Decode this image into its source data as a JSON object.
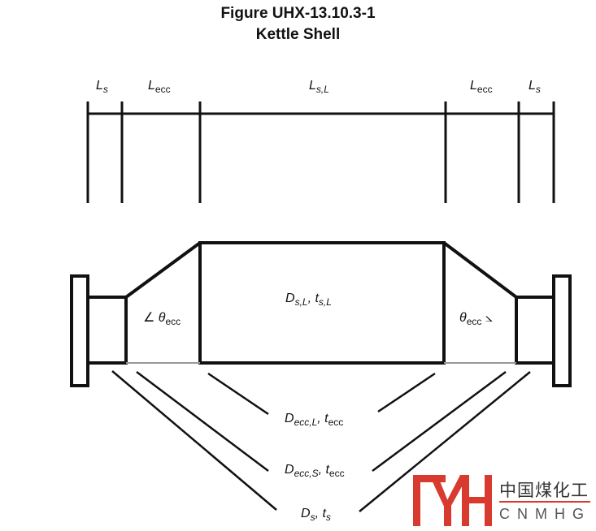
{
  "figure": {
    "number": "Figure UHX-13.10.3-1",
    "title": "Kettle Shell"
  },
  "dimensions": [
    {
      "sym": "L",
      "sub": "s"
    },
    {
      "sym": "L",
      "sub": "ecc"
    },
    {
      "sym": "L",
      "sub": "s,L"
    },
    {
      "sym": "L",
      "sub": "ecc"
    },
    {
      "sym": "L",
      "sub": "s"
    }
  ],
  "labels": {
    "center": {
      "d": "D",
      "d_sub": "s,L",
      "t": "t",
      "t_sub": "s,L"
    },
    "angle_sym": "θ",
    "angle_sub": "ecc",
    "ecc_L": {
      "d": "D",
      "d_sub": "ecc,L",
      "t": "t",
      "t_sub": "ecc"
    },
    "ecc_S": {
      "d": "D",
      "d_sub": "ecc,S",
      "t": "t",
      "t_sub": "ecc"
    },
    "shell": {
      "d": "D",
      "d_sub": "s",
      "t": "t",
      "t_sub": "s"
    }
  },
  "watermark": {
    "cn": "中国煤化工",
    "en": "CNMHG",
    "color": "#d83a30"
  }
}
